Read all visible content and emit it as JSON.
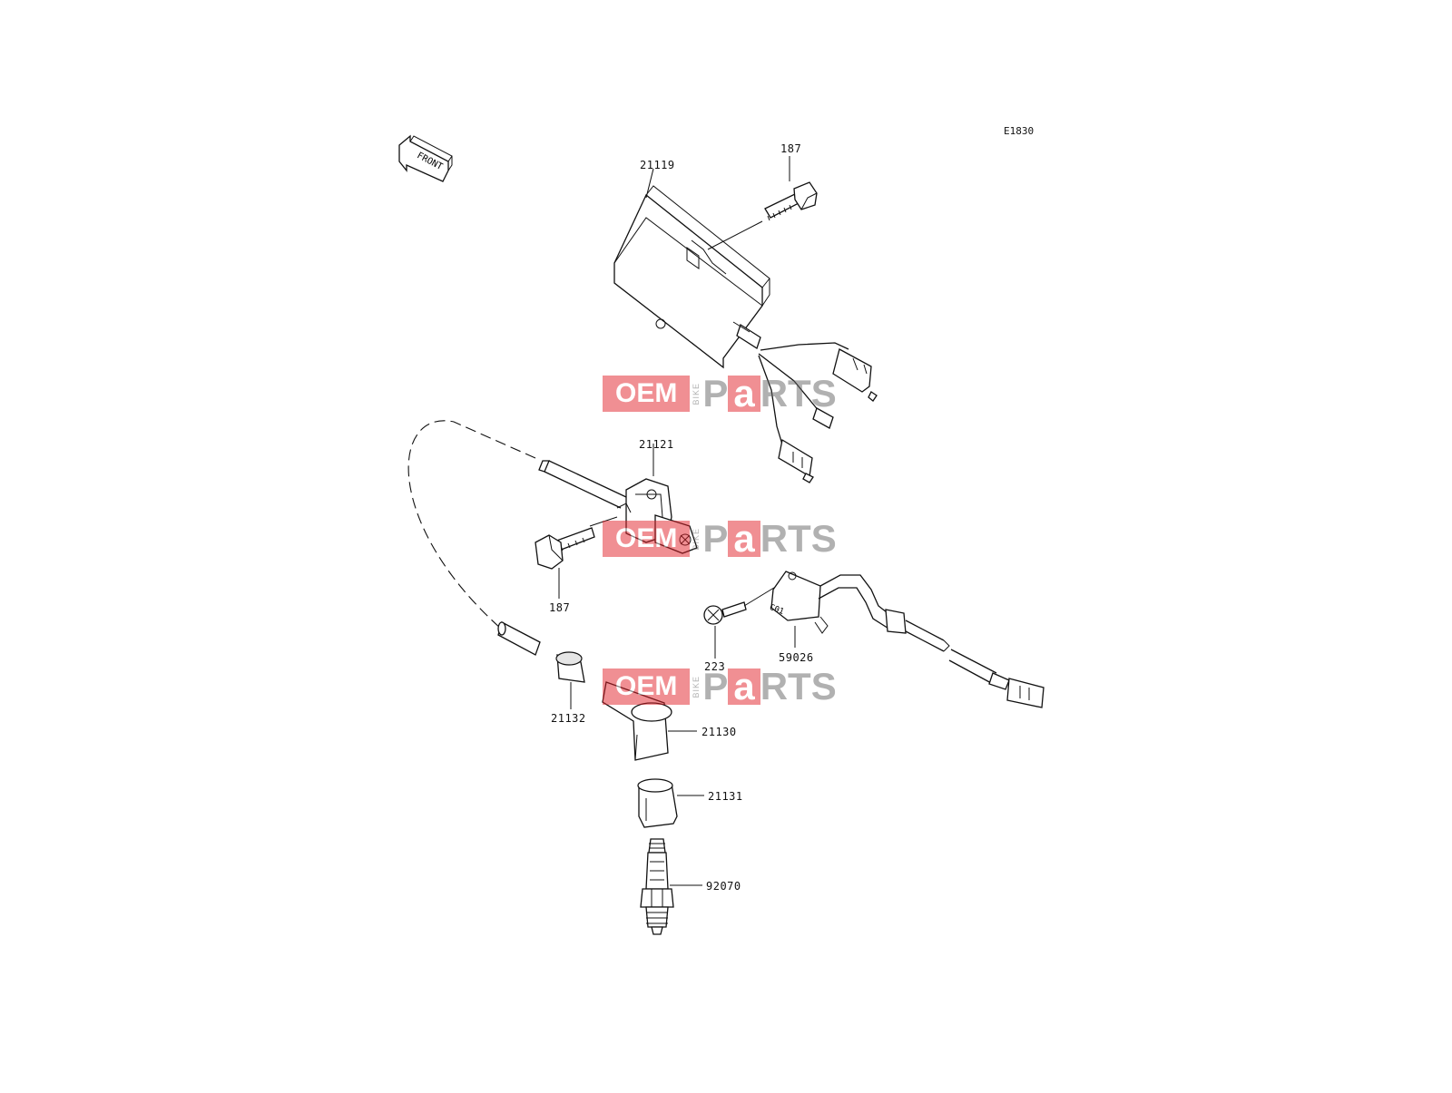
{
  "diagram": {
    "code": "E1830",
    "front_arrow_label": "FRONT",
    "part_labels": {
      "p21119": "21119",
      "p187_top": "187",
      "p21121": "21121",
      "p187_left": "187",
      "p223": "223",
      "p59026": "59026",
      "p21132": "21132",
      "p21130": "21130",
      "p21131": "21131",
      "p92070": "92070"
    },
    "component_markings": {
      "coil_label": "C01"
    }
  },
  "watermark": {
    "oem": "OEM",
    "bike": "BIKE",
    "parts_p": "P",
    "parts_a": "a",
    "parts_rts": "RTS"
  },
  "colors": {
    "watermark_red": "#e3222a",
    "watermark_gray": "#666666",
    "line": "#111111"
  }
}
